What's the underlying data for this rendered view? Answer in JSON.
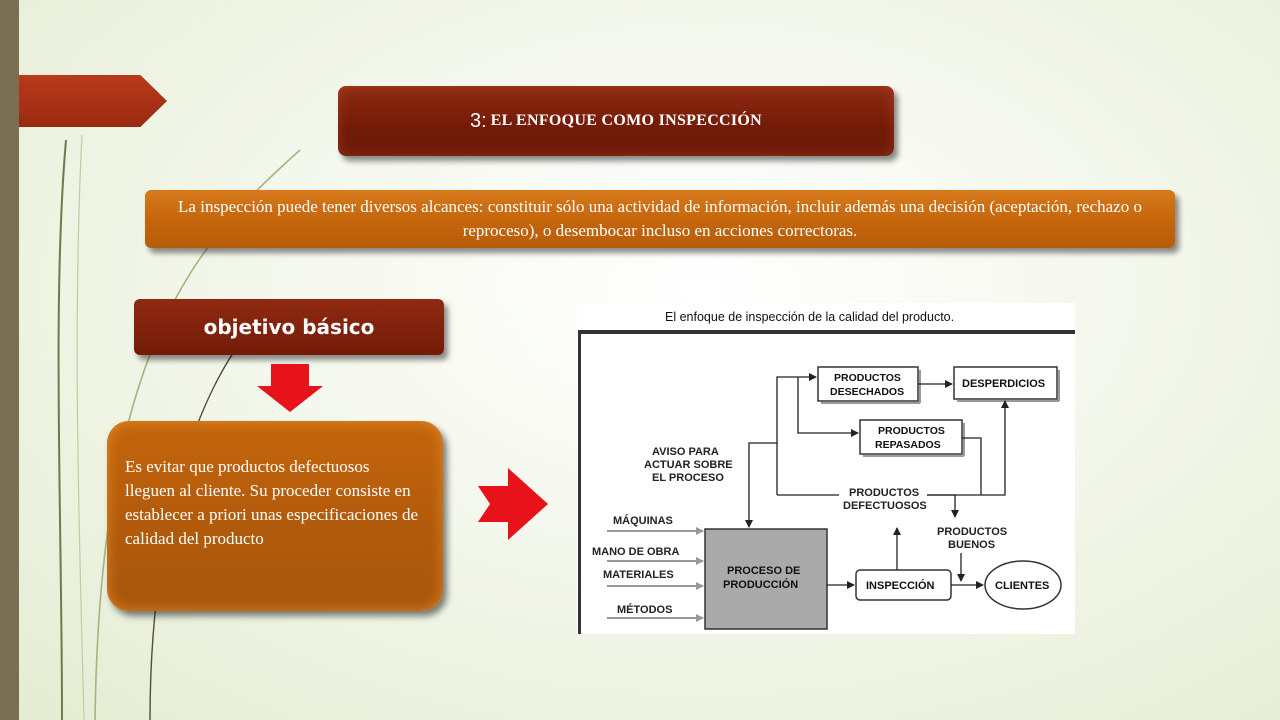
{
  "title": {
    "number": "3:",
    "text": "EL ENFOQUE COMO INSPECCIÓN"
  },
  "description": "La inspección puede tener diversos alcances: constituir sólo una actividad de información, incluir además una decisión (aceptación, rechazo o reproceso), o desembocar incluso en acciones correctoras.",
  "objective_label": "objetivo básico",
  "objective_text": "Es evitar que productos defectuosos lleguen al cliente. Su proceder consiste en establecer a priori unas especificaciones de calidad del producto",
  "figure": {
    "caption": "El enfoque de inspección de la calidad del producto.",
    "inputs": [
      "MÁQUINAS",
      "MANO DE OBRA",
      "MATERIALES",
      "MÉTODOS"
    ],
    "aviso": [
      "AVISO PARA",
      "ACTUAR SOBRE",
      "EL PROCESO"
    ],
    "process": [
      "PROCESO DE",
      "PRODUCCIÓN"
    ],
    "inspection": "INSPECCIÓN",
    "clients": "CLIENTES",
    "defective": [
      "PRODUCTOS",
      "DEFECTUOSOS"
    ],
    "good": [
      "PRODUCTOS",
      "BUENOS"
    ],
    "discarded": [
      "PRODUCTOS",
      "DESECHADOS"
    ],
    "reworked": [
      "PRODUCTOS",
      "REPASADOS"
    ],
    "waste": "DESPERDICIOS"
  }
}
